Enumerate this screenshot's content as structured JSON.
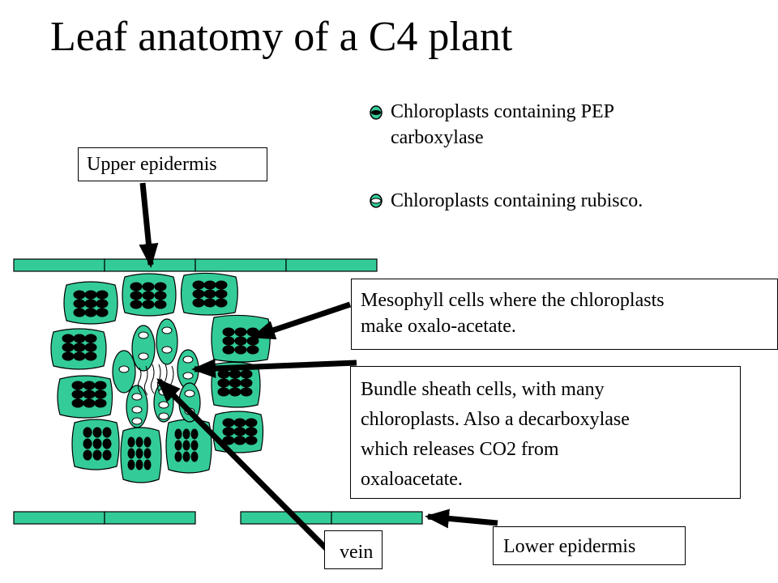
{
  "title": "Leaf anatomy of a C4 plant",
  "legend": {
    "pep_label_line1": "Chloroplasts containing PEP",
    "pep_label_line2": "carboxylase",
    "rubisco_label": "Chloroplasts containing rubisco."
  },
  "labels": {
    "upper_epidermis": "Upper epidermis",
    "mesophyll_line1": "Mesophyll cells where the chloroplasts",
    "mesophyll_line2": "make oxalo-acetate.",
    "bundle_line1": "Bundle sheath cells, with many",
    "bundle_line2": "chloroplasts.  Also a decarboxylase",
    "bundle_line3": "which releases CO2 from",
    "bundle_line4": "oxaloacetate.",
    "vein": "vein",
    "lower_epidermis": "Lower epidermis"
  },
  "colors": {
    "cell_fill": "#33cc99",
    "pep_chloroplast": "#000000",
    "rubisco_chloroplast": "#ffffff",
    "outline": "#000000"
  }
}
